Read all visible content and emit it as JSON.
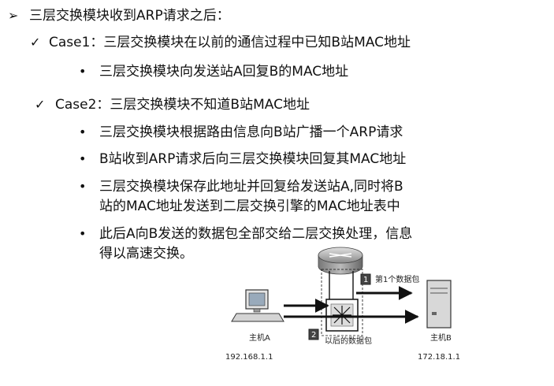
{
  "heading": "三层交换模块收到ARP请求之后：",
  "case1": {
    "title": "Case1：三层交换模块在以前的通信过程中已知B站MAC地址",
    "bullets": [
      "三层交换模块向发送站A回复B的MAC地址"
    ]
  },
  "case2": {
    "title": "Case2：三层交换模块不知道B站MAC地址",
    "bullets": [
      "三层交换模块根据路由信息向B站广播一个ARP请求",
      "B站收到ARP请求后向三层交换模块回复其MAC地址",
      "三层交换模块保存此地址并回复给发送站A,同时将B",
      "站的MAC地址发送到二层交换引擎的MAC地址表中",
      "此后A向B发送的数据包全部交给二层交换处理，信息",
      "得以高速交换。"
    ]
  },
  "diagram": {
    "step1_number": "1",
    "step1_label": "第1个数据包",
    "step2_number": "2",
    "step2_label": "以后的数据包",
    "host_a_label": "主机A",
    "host_a_ip": "192.168.1.1",
    "host_b_label": "主机B",
    "host_b_ip": "172.18.1.1"
  }
}
